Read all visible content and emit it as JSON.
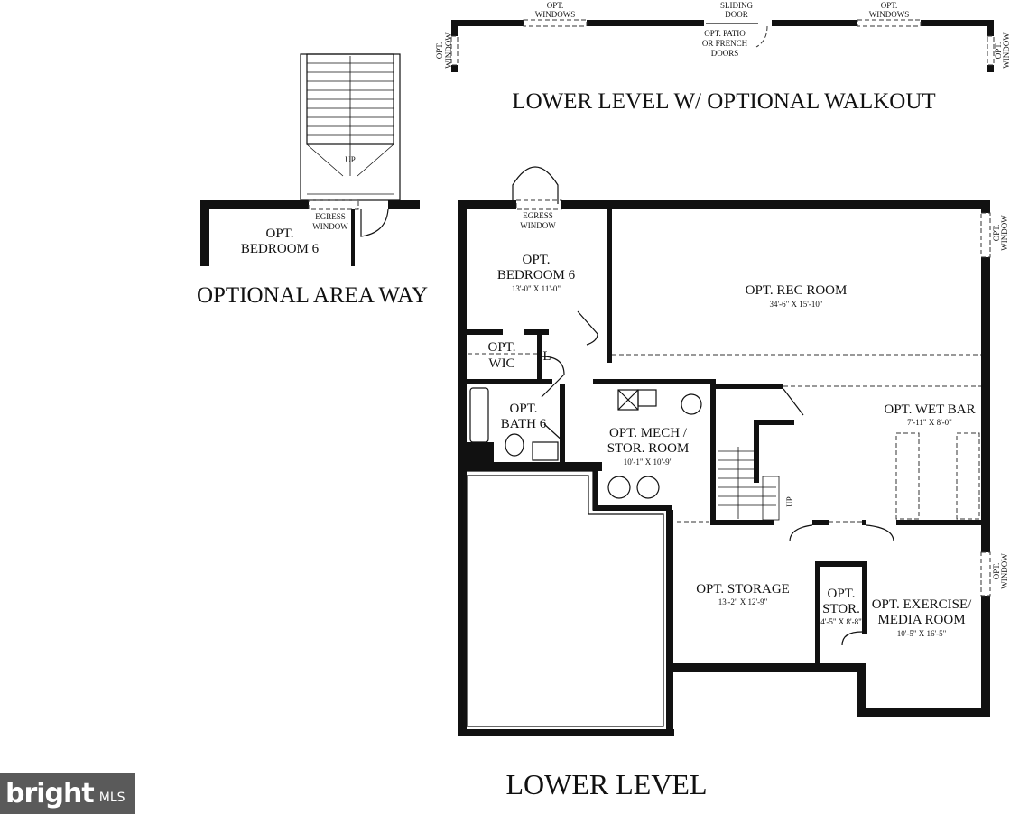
{
  "walkout": {
    "title": "LOWER LEVEL W/ OPTIONAL WALKOUT",
    "windows_left": [
      "OPT.",
      "WINDOWS"
    ],
    "windows_right": [
      "OPT.",
      "WINDOWS"
    ],
    "sliding_door": [
      "SLIDING",
      "DOOR"
    ],
    "patio_doors": [
      "OPT. PATIO",
      "OR FRENCH",
      "DOORS"
    ],
    "side_window_left": [
      "OPT.",
      "WINDOW"
    ],
    "side_window_right": [
      "OPT.",
      "WINDOW"
    ]
  },
  "area_way": {
    "title": "OPTIONAL AREA WAY",
    "up": "UP",
    "egress": [
      "EGRESS",
      "WINDOW"
    ],
    "room": [
      "OPT.",
      "BEDROOM 6"
    ]
  },
  "lower_level": {
    "title": "LOWER LEVEL",
    "egress": [
      "EGRESS",
      "WINDOW"
    ],
    "rooms": {
      "bedroom": {
        "name": [
          "OPT.",
          "BEDROOM 6"
        ],
        "dim": "13'-0\" X 11'-0\""
      },
      "rec": {
        "name": "OPT. REC ROOM",
        "dim": "34'-6\" X 15'-10\""
      },
      "wic": {
        "name": [
          "OPT.",
          "WIC"
        ]
      },
      "linen": {
        "name": "L"
      },
      "bath": {
        "name": [
          "OPT.",
          "BATH 6"
        ]
      },
      "mech": {
        "name": [
          "OPT. MECH /",
          "STOR. ROOM"
        ],
        "dim": "10'-1\" X 10'-9\""
      },
      "wetbar": {
        "name": "OPT. WET BAR",
        "dim": "7'-11\" X 8'-0\""
      },
      "storage": {
        "name": "OPT. STORAGE",
        "dim": "13'-2\" X 12'-9\""
      },
      "stor": {
        "name": [
          "OPT.",
          "STOR."
        ],
        "dim": "4'-5\" X 8'-8\""
      },
      "exercise": {
        "name": [
          "OPT. EXERCISE/",
          "MEDIA ROOM"
        ],
        "dim": "10'-5\" X 16'-5\""
      }
    },
    "stair_up": "UP",
    "window_1": [
      "OPT.",
      "WINDOW"
    ],
    "window_2": [
      "OPT.",
      "WINDOW"
    ]
  },
  "logo": {
    "brand": "bright",
    "suffix": "MLS"
  }
}
